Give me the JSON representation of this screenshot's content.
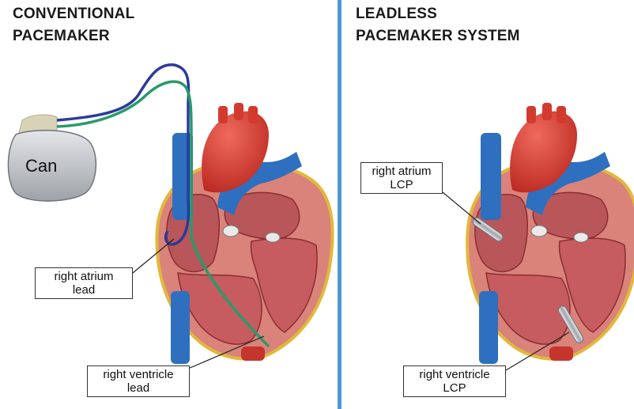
{
  "left_panel": {
    "title_line1": "CONVENTIONAL",
    "title_line2": "PACEMAKER",
    "can_label": "Can",
    "callouts": {
      "atrium": {
        "line1": "right atrium",
        "line2": "lead"
      },
      "ventricle": {
        "line1": "right ventricle",
        "line2": "lead"
      }
    }
  },
  "right_panel": {
    "title_line1": "LEADLESS",
    "title_line2": "PACEMAKER SYSTEM",
    "callouts": {
      "atrium": {
        "line1": "right atrium",
        "line2": "LCP"
      },
      "ventricle": {
        "line1": "right ventricle",
        "line2": "LCP"
      }
    }
  },
  "colors": {
    "divider": "#4f97d3",
    "vein_blue": "#2f6fc0",
    "aorta_red": "#d33a2e",
    "myocardium": "#d9837a",
    "lead_navy": "#2b3a9a",
    "lead_green": "#2a9a6a",
    "device_gray": "#a9adb3"
  }
}
